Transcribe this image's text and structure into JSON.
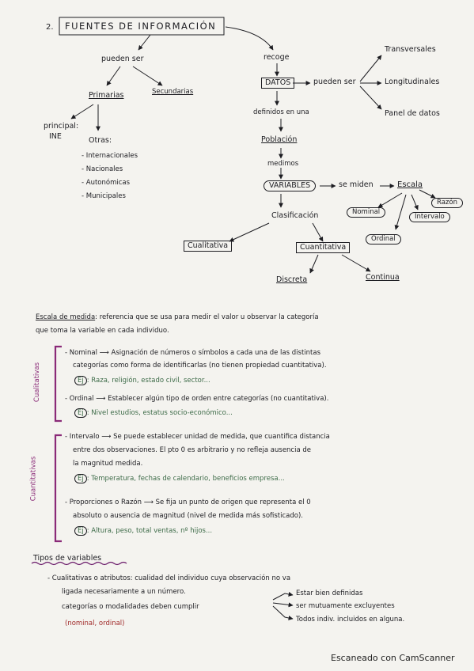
{
  "section": {
    "number": "2.",
    "title": "FUENTES DE INFORMACIÓN"
  },
  "left_tree": {
    "pueden_ser": "pueden ser",
    "primarias": "Primarias",
    "secundarias": "Secundarias",
    "principal_label": "principal:",
    "principal_value": "INE",
    "otras_label": "Otras:",
    "otras_items": [
      "- Internacionales",
      "- Nacionales",
      "- Autonómicas",
      "- Municipales"
    ]
  },
  "right_tree": {
    "recoge": "recoge",
    "datos": "DATOS",
    "pueden_ser": "pueden ser",
    "tipos_datos": [
      "Transversales",
      "Longitudinales",
      "Panel de datos"
    ],
    "definidos": "definidos en una",
    "poblacion": "Población",
    "medimos": "medimos",
    "variables": "VARIABLES",
    "se_miden": "se miden",
    "escala": "Escala",
    "escala_tipos": [
      "Nominal",
      "Ordinal",
      "Intervalo",
      "Razón"
    ],
    "clasificacion": "Clasificación",
    "cualitativa": "Cualitativa",
    "cuantitativa": "Cuantitativa",
    "discreta": "Discreta",
    "continua": "Continua"
  },
  "escala_medida": {
    "heading": "Escala de medida",
    "line1": ": referencia que se usa para medir el valor u observar la categoría",
    "line2": "que toma la variable en cada individuo.",
    "cualitativas_label": "Cualitativas",
    "cuantitativas_label": "Cuantitativas",
    "nominal_l1": "- Nominal ⟶ Asignación de números o símbolos a cada una de las distintas",
    "nominal_l2": "categorías como forma de identificarlas (no tienen propiedad cuantitativa).",
    "nominal_ej": ": Raza, religión, estado civil, sector...",
    "ordinal_l1": "- Ordinal ⟶ Establecer algún tipo de orden entre categorías (no cuantitativa).",
    "ordinal_ej": ": Nivel estudios, estatus socio-económico...",
    "intervalo_l1": "- Intervalo ⟶ Se puede establecer unidad de medida, que cuantifica distancia",
    "intervalo_l2": "entre dos observaciones. El pto 0 es arbitrario y no refleja ausencia de",
    "intervalo_l3": "la magnitud medida.",
    "intervalo_ej": ": Temperatura, fechas de calendario, beneficios empresa...",
    "razon_l1": "- Proporciones o Razón ⟶ Se fija un punto de origen que representa el 0",
    "razon_l2": "absoluto o ausencia de magnitud (nivel de medida más sofisticado).",
    "razon_ej": ": Altura, peso, total ventas, nº hijos...",
    "ej": "Ej"
  },
  "tipos_variables": {
    "heading": "Tipos de variables",
    "l1": "- Cualitativas o atributos: cualidad del individuo cuya observación no va",
    "l2": "ligada necesariamente a un número.",
    "l3": "categorías o modalidades deben cumplir",
    "l4": "(nominal, ordinal)",
    "cumplir": [
      "Estar bien definidas",
      "ser mutuamente excluyentes",
      "Todos indiv. incluidos en alguna."
    ]
  },
  "footer": "Escaneado con CamScanner",
  "colors": {
    "ink": "#1d1d22",
    "green": "#3d6b48",
    "purple": "#8a2a78",
    "red": "#a02a2a",
    "paper": "#f4f3ef"
  }
}
